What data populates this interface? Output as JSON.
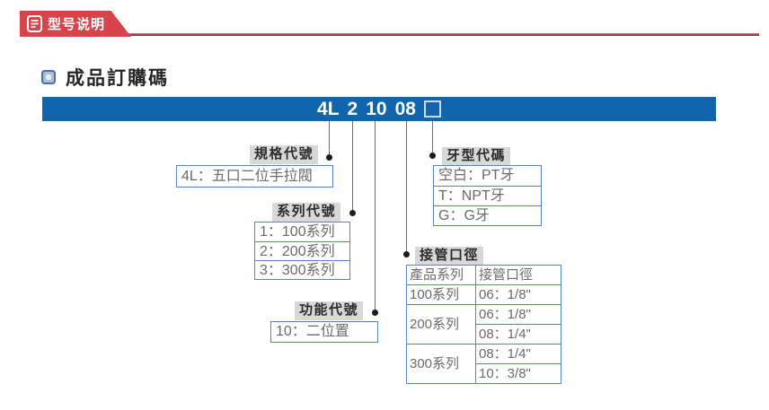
{
  "header_tab": {
    "label": "型号说明",
    "icon": "document-lines-icon",
    "tab_color": "#d8444c",
    "underline_color": "#9c3a41"
  },
  "section": {
    "title": "成品訂購碼",
    "bullet_icon": "blue-square-bullet-icon"
  },
  "banner": {
    "bg_color": "#1065ac",
    "segments": [
      "4L",
      "2",
      "10",
      "08"
    ],
    "blank_symbol": "□"
  },
  "callouts": {
    "spec": {
      "label": "規格代號",
      "entries": [
        "4L：五口二位手拉閥"
      ]
    },
    "series": {
      "label": "系列代號",
      "entries": [
        "1：100系列",
        "2：200系列",
        "3：300系列"
      ]
    },
    "function": {
      "label": "功能代號",
      "entries": [
        "10：二位置"
      ]
    },
    "thread": {
      "label": "牙型代碼",
      "entries": [
        "空白：PT牙",
        "T：NPT牙",
        "G：G牙"
      ]
    },
    "port": {
      "label": "接管口徑",
      "headers": [
        "產品系列",
        "接管口徑"
      ],
      "rows": [
        {
          "series": "100系列",
          "sizes": [
            "06：1/8\""
          ]
        },
        {
          "series": "200系列",
          "sizes": [
            "06：1/8\"",
            "08：1/4\""
          ]
        },
        {
          "series": "300系列",
          "sizes": [
            "08：1/4\"",
            "10：3/8\""
          ]
        }
      ]
    }
  },
  "colors": {
    "banner_blue": "#1065ac",
    "tab_red": "#d8444c",
    "box_border_blue": "#5585c2",
    "label_bg": "#d8d8d8",
    "connector_gray": "#6e6e6e",
    "dot_black": "#1c1c1c"
  }
}
